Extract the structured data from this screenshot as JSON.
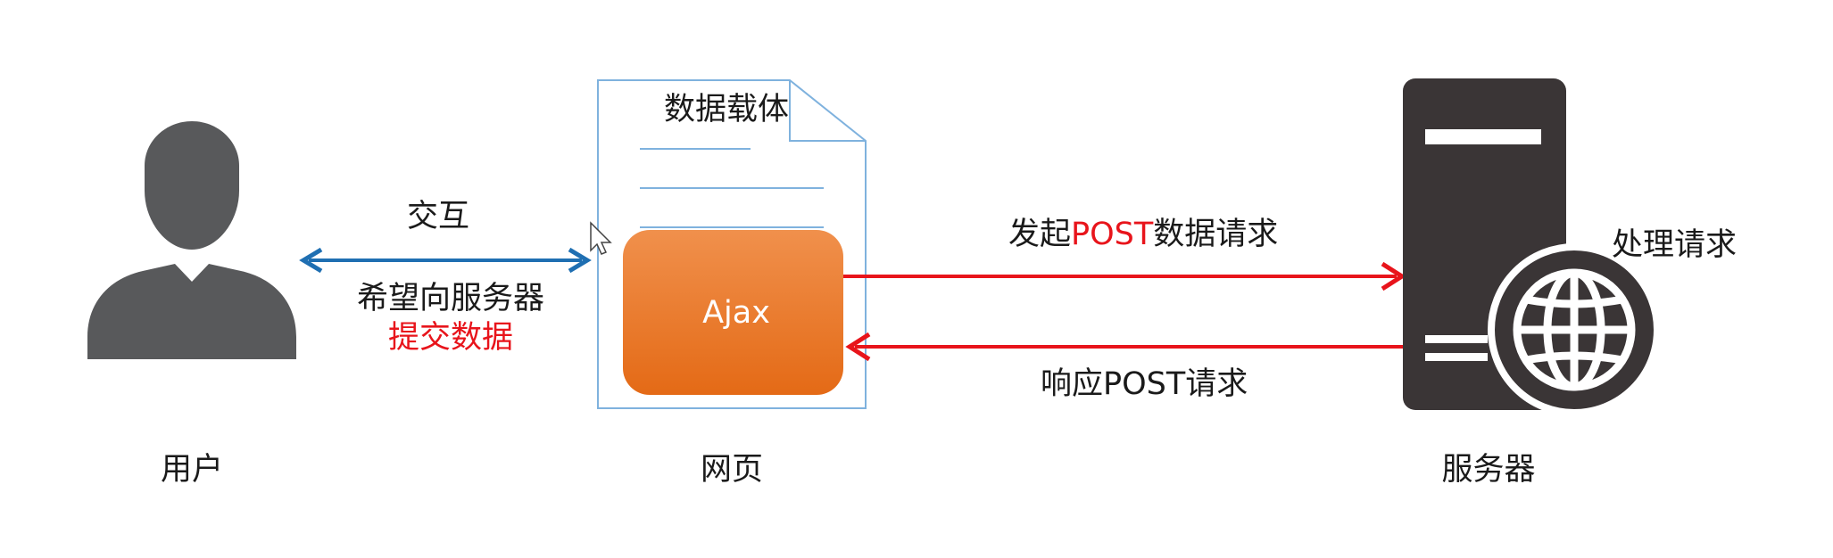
{
  "nodes": {
    "user": {
      "label": "用户",
      "icon": "user-icon"
    },
    "page": {
      "label": "网页",
      "doc_title": "数据载体",
      "ajax_label": "Ajax",
      "icon": "document-icon"
    },
    "server": {
      "label": "服务器",
      "process_label": "处理请求",
      "icon": "server-icon",
      "globe_icon": "globe-icon"
    }
  },
  "edges": {
    "interaction": {
      "top_label": "交互",
      "bottom_label_line1": "希望向服务器",
      "bottom_label_line2": "提交数据"
    },
    "request": {
      "label_prefix": "发起",
      "label_highlight": "POST",
      "label_suffix": "数据请求"
    },
    "response": {
      "label": "响应POST请求"
    }
  },
  "colors": {
    "highlight_red": "#e8141b",
    "interaction_arrow": "#1f6fb2",
    "request_arrow": "#e8141b",
    "ajax_fill_top": "#f0904c",
    "ajax_fill_bottom": "#e46a16",
    "document_stroke": "#7fb2de",
    "icon_gray": "#58595b",
    "server_dark": "#3a3536"
  }
}
